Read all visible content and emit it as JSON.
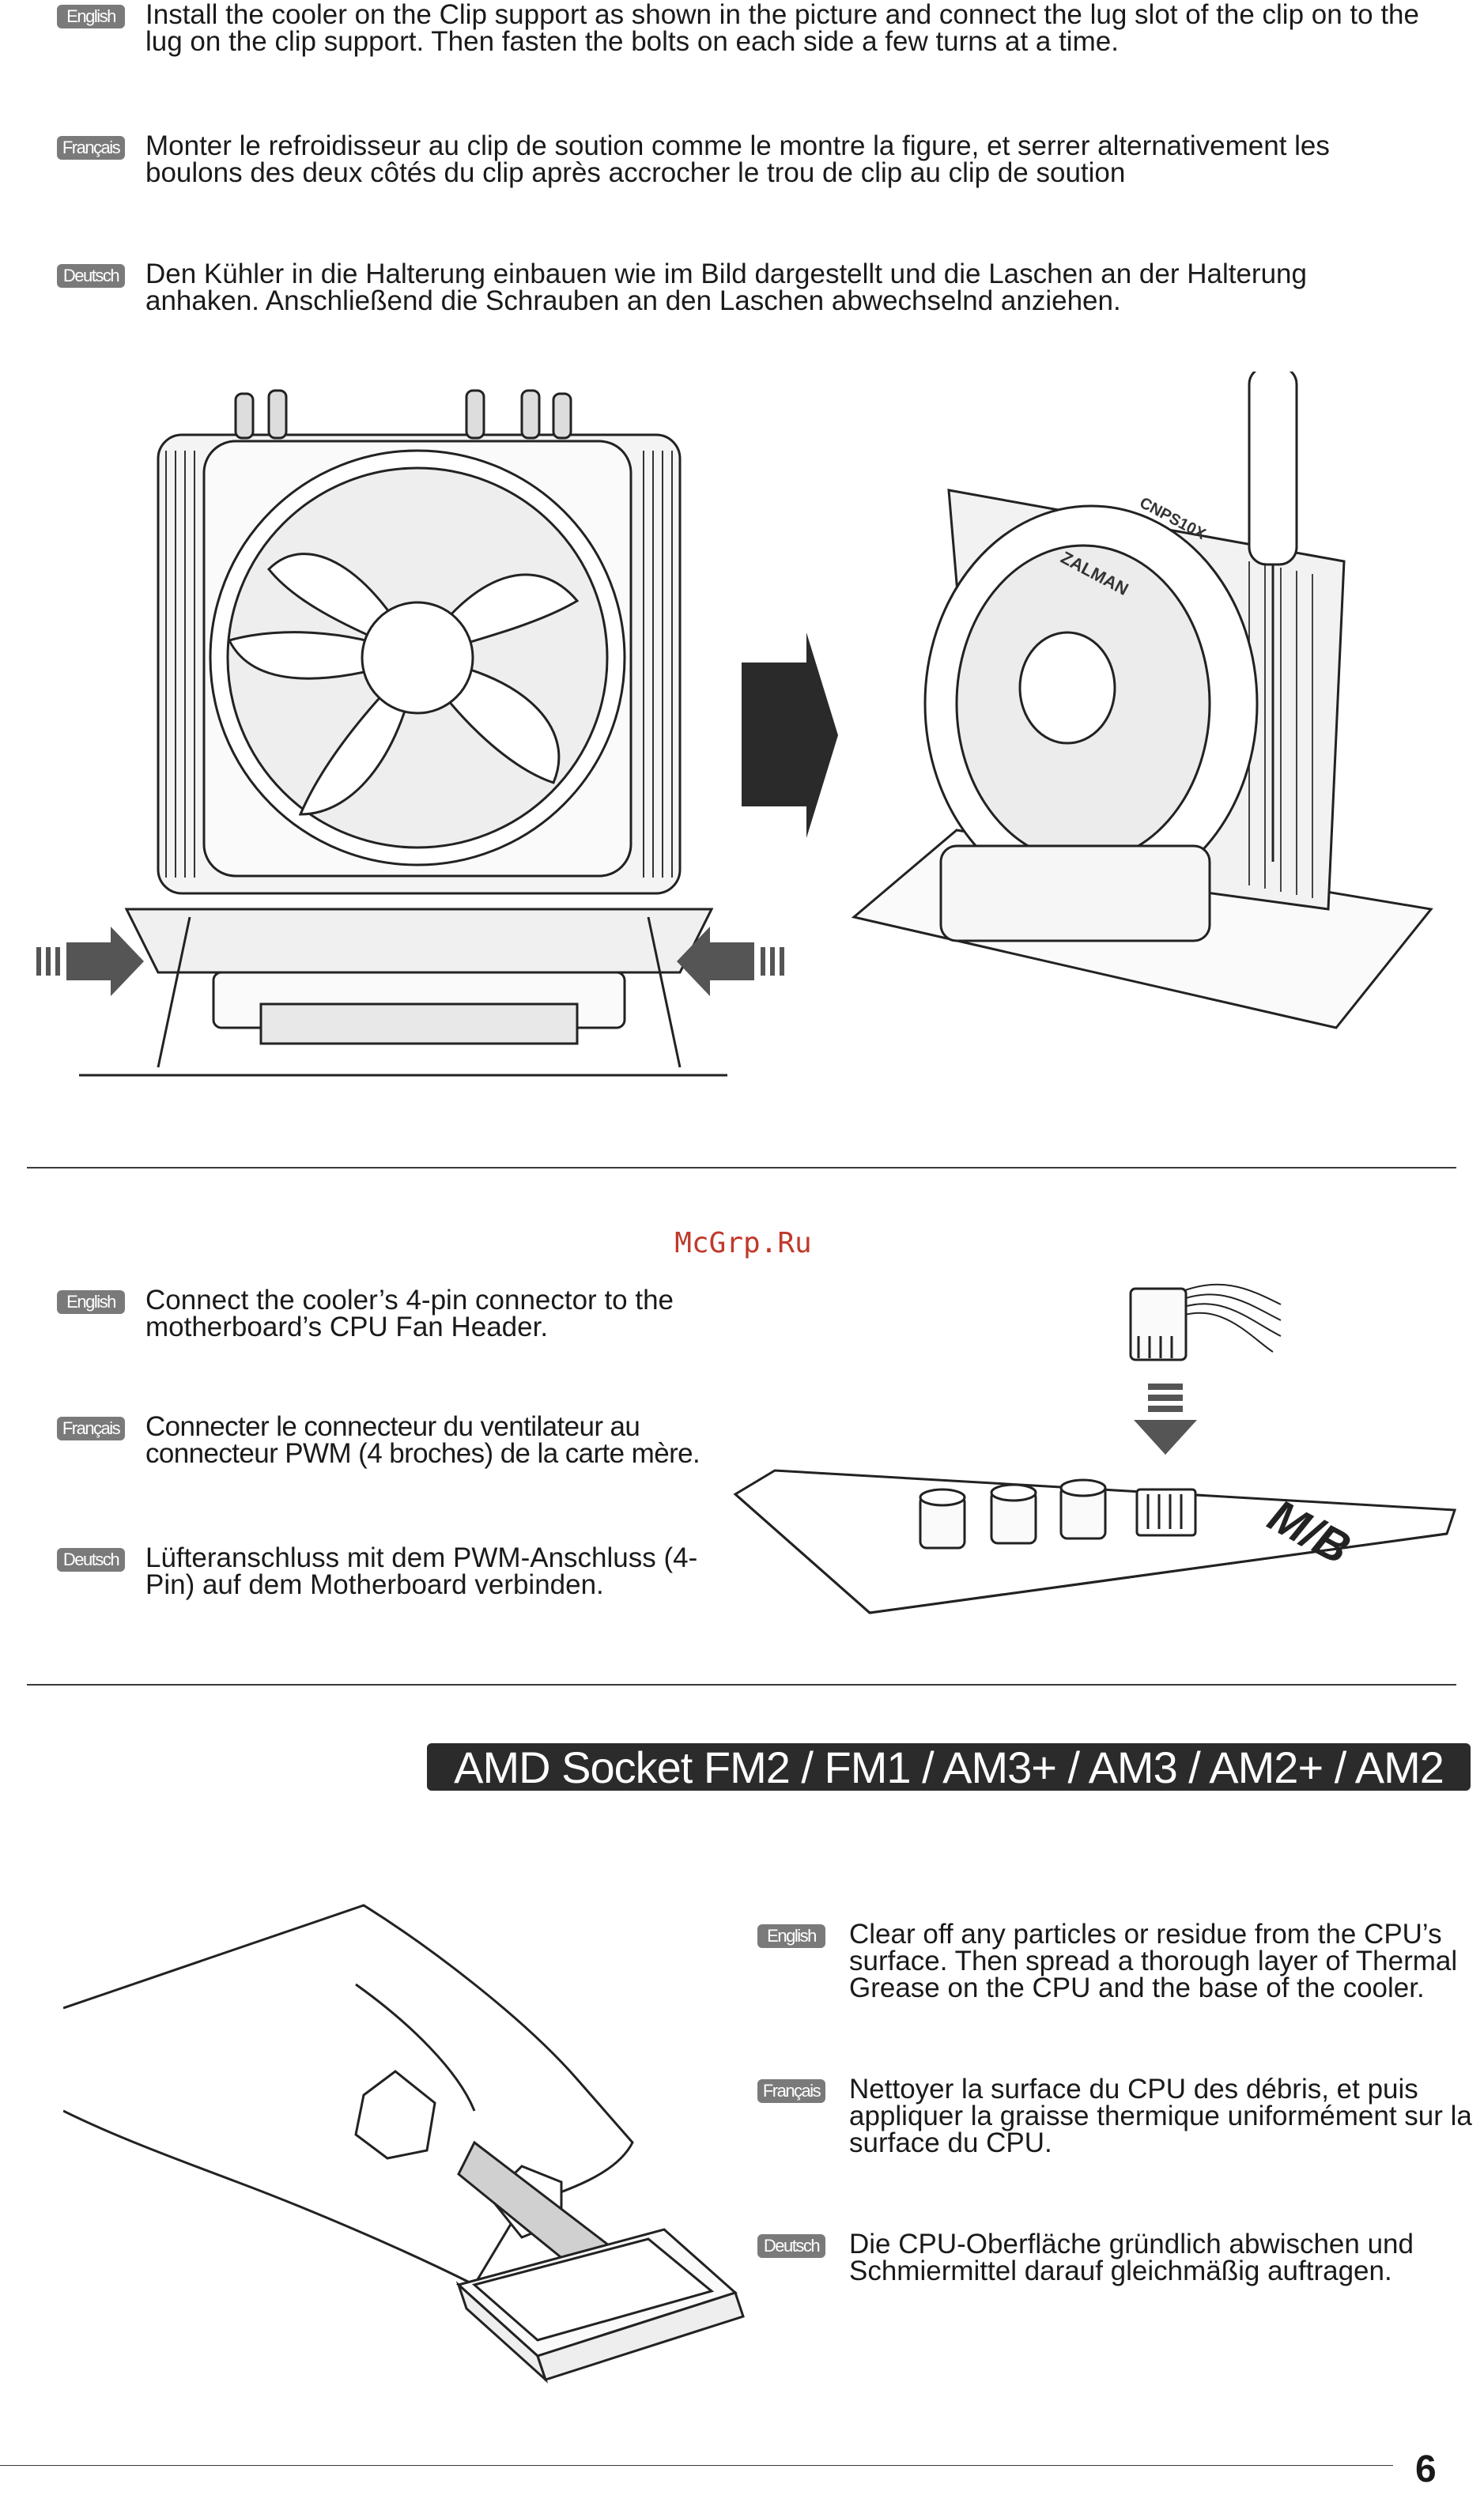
{
  "lang": {
    "en": "English",
    "fr": "Français",
    "de": "Deutsch"
  },
  "section1": {
    "en": "Install the cooler on the Clip support as shown in the picture and connect the lug slot of the clip on to the lug on the clip support. Then fasten the bolts on each side a few turns at a time.",
    "fr": "Monter le refroidisseur au clip de soution comme le montre la figure, et serrer alternativement les boulons des deux côtés du clip après accrocher le trou de clip au clip de soution",
    "de": "Den Kühler in die Halterung einbauen wie im Bild dargestellt und die Laschen an der Halterung anhaken. Anschließend die Schrauben an den Laschen abwechselnd anziehen."
  },
  "figure1": {
    "brand_label": "ZALMAN",
    "model_label": "CNPS10X"
  },
  "watermark": "McGrp.Ru",
  "section2": {
    "en": "Connect the cooler’s 4-pin connector to the motherboard’s CPU Fan Header.",
    "fr": "Connecter le connecteur du ventilateur au connecteur PWM (4 broches) de la carte mère.",
    "de": "Lüfteranschluss mit dem PWM-Anschluss (4-Pin) auf dem Motherboard verbinden.",
    "board_label": "M/B"
  },
  "banner": "AMD Socket FM2 / FM1 / AM3+ / AM3 / AM2+ / AM2",
  "section3": {
    "en": "Clear off any particles or residue from the CPU’s surface. Then spread a thorough layer of Thermal Grease on the CPU and the base of the cooler.",
    "fr": "Nettoyer la surface du CPU des débris, et puis appliquer la graisse thermique uniformément sur la surface du CPU.",
    "de": "Die CPU-Oberfläche gründlich abwischen und Schmiermittel darauf gleichmäßig auftragen."
  },
  "page_number": "6",
  "colors": {
    "badge": "#7a7a7a",
    "banner": "#2b2b2b",
    "arrow": "#2a2a2a",
    "watermark": "#c0392b"
  }
}
